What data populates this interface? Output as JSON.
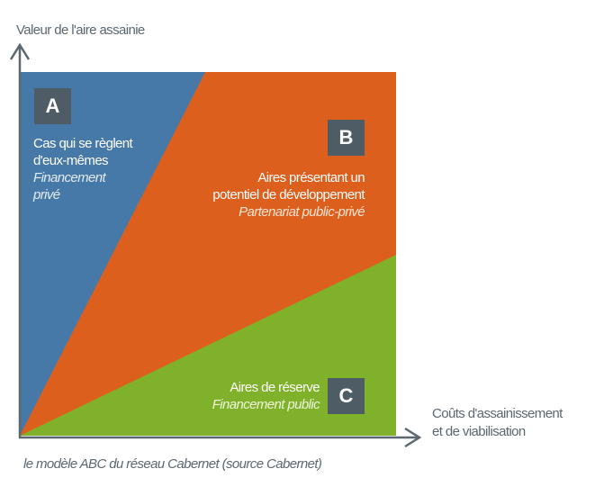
{
  "axes": {
    "y_label": "Valeur de l'aire assainie",
    "x_label_line1": "Coûts d'assainissement",
    "x_label_line2": "et de viabilisation"
  },
  "zones": [
    {
      "letter": "A",
      "line1": "Cas qui se règlent",
      "line2": "d'eux-mêmes",
      "italic1": "Financement",
      "italic2": "privé",
      "color": "#4679a8"
    },
    {
      "letter": "B",
      "line1": "Aires présentant un",
      "line2": "potentiel de développement",
      "italic1": "Partenariat public-privé",
      "color": "#dd5f1d"
    },
    {
      "letter": "C",
      "line1": "Aires de réserve",
      "italic1": "Financement public",
      "color": "#80b12a"
    }
  ],
  "caption": "le modèle ABC du réseau Cabernet (source Cabernet)"
}
